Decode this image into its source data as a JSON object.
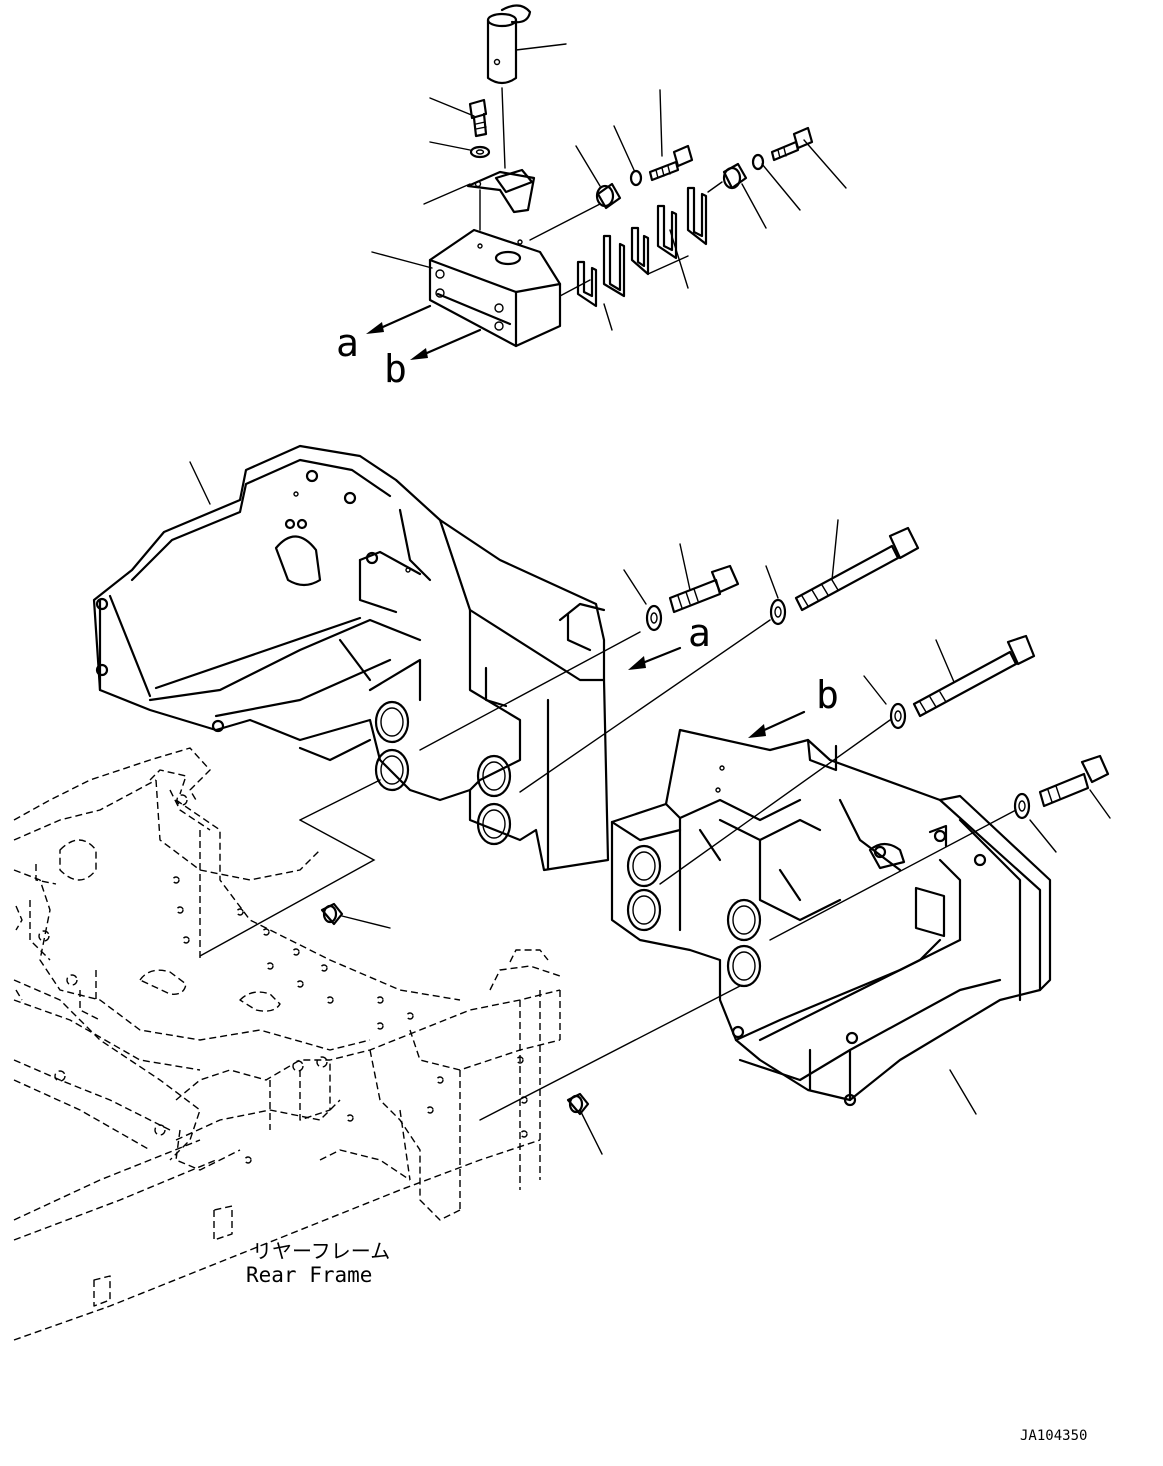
{
  "labels": {
    "a_top": "a",
    "b_top": "b",
    "a_mid": "a",
    "b_mid": "b",
    "rear_frame_jp": "リヤーフレーム",
    "rear_frame_en": "Rear Frame",
    "drawing_id": "JA104350"
  }
}
